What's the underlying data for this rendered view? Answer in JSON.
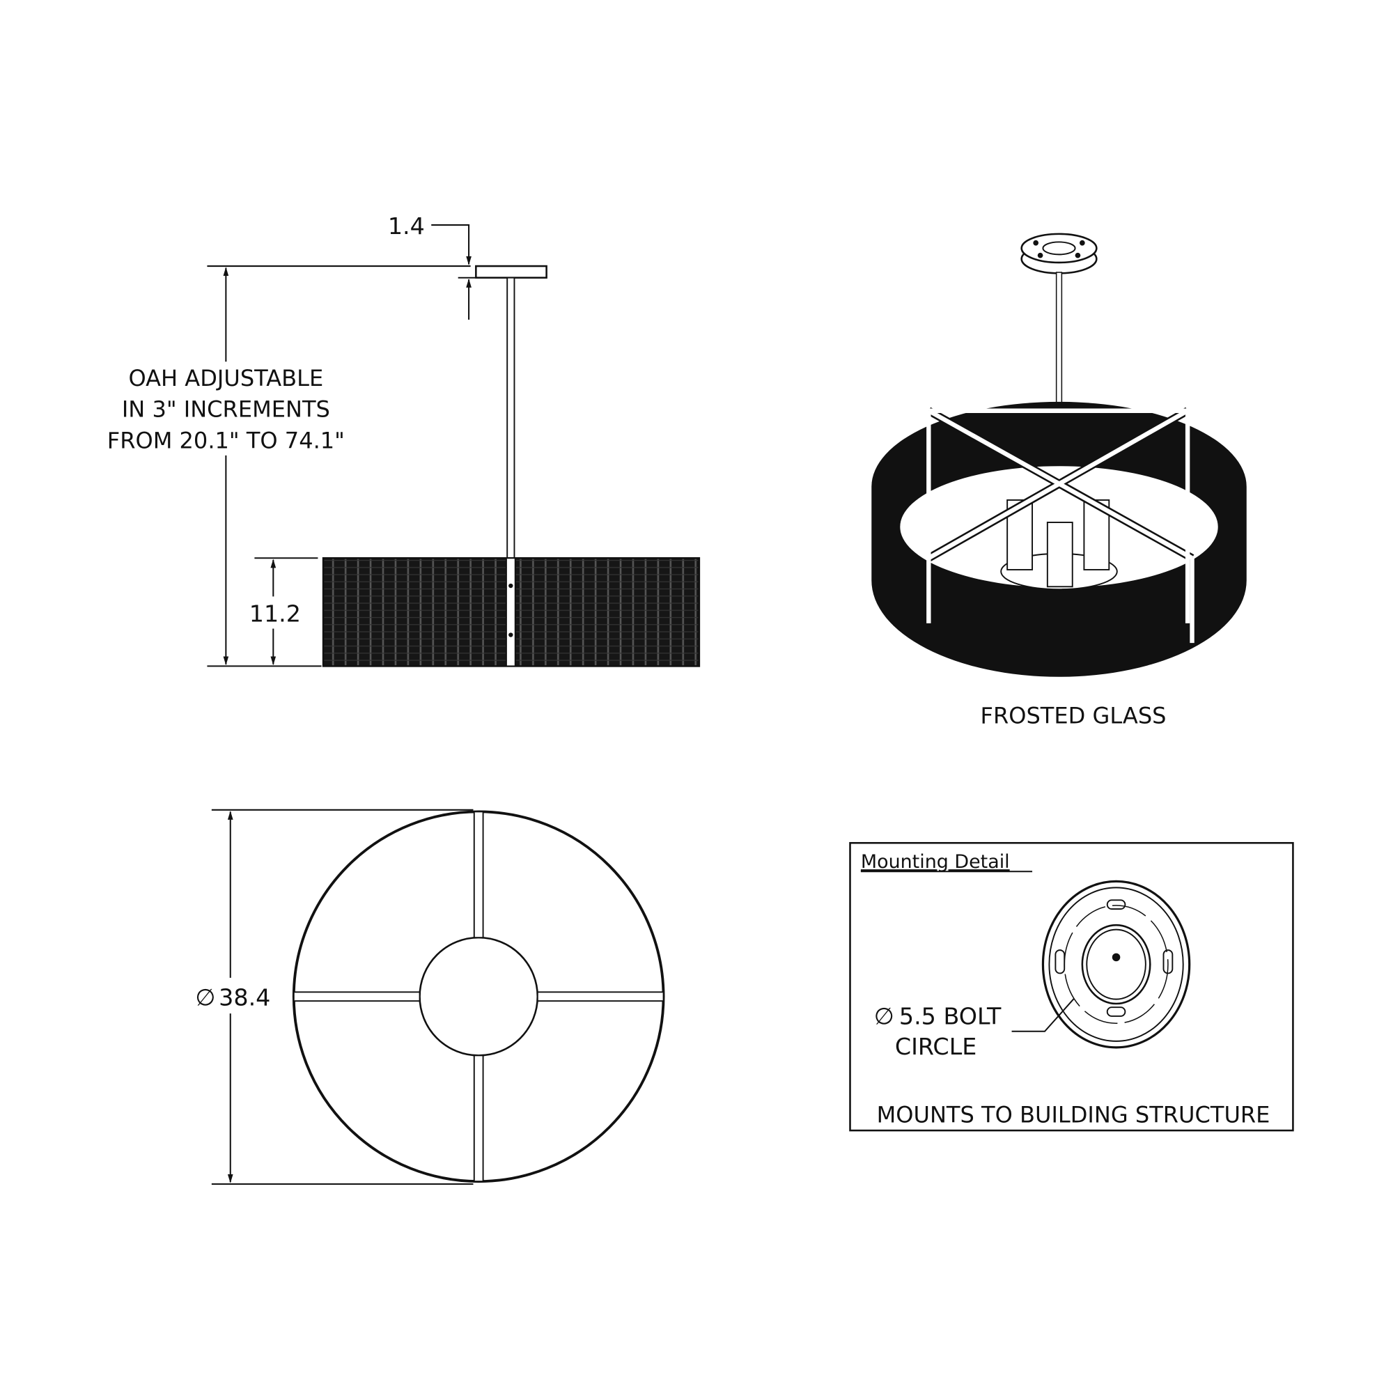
{
  "side_view": {
    "canopy_height": "1.4",
    "oah_note": [
      "OAH ADJUSTABLE",
      "IN 3\" INCREMENTS",
      "FROM 20.1\" TO 74.1\""
    ],
    "shade_height": "11.2"
  },
  "iso_view": {
    "caption": "FROSTED GLASS"
  },
  "bottom_view": {
    "diameter": "38.4",
    "diameter_symbol": "∅"
  },
  "mounting_detail": {
    "title": "Mounting Detail",
    "bolt_circle": [
      "5.5 BOLT",
      "CIRCLE"
    ],
    "diameter_symbol": "∅",
    "note": "MOUNTS TO BUILDING STRUCTURE"
  }
}
